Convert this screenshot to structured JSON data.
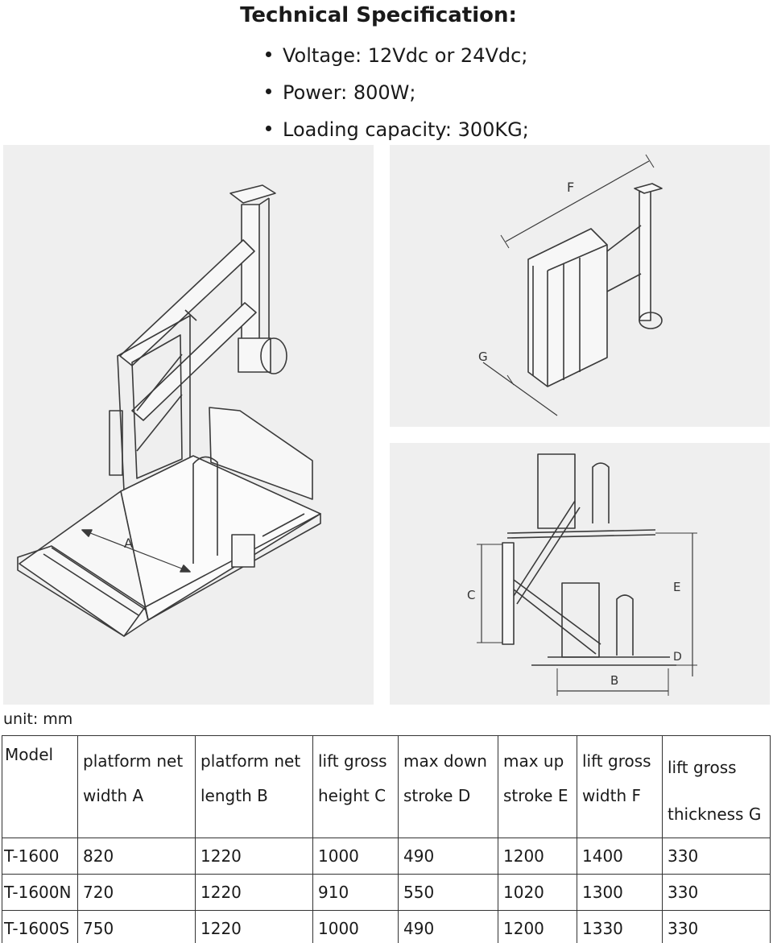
{
  "heading": "Technical Specification:",
  "specs": [
    "Voltage: 12Vdc or 24Vdc;",
    "Power: 800W;",
    "Loading capacity: 300KG;"
  ],
  "diagram_labels": {
    "main": {
      "a": "A"
    },
    "top_right": {
      "f": "F",
      "g": "G"
    },
    "bottom_right": {
      "c": "C",
      "e": "E",
      "d": "D",
      "b": "B"
    }
  },
  "unit_note": "unit: mm",
  "table": {
    "headers": [
      "Model",
      "platform net width A",
      "platform net length B",
      "lift gross height C",
      "max down stroke D",
      "max up stroke E",
      "lift gross width F",
      "lift gross thickness G"
    ],
    "rows": [
      [
        "T-1600",
        "820",
        "1220",
        "1000",
        "490",
        "1200",
        "1400",
        "330"
      ],
      [
        "T-1600N",
        "720",
        "1220",
        "910",
        "550",
        "1020",
        "1300",
        "330"
      ],
      [
        "T-1600S",
        "750",
        "1220",
        "1000",
        "490",
        "1200",
        "1330",
        "330"
      ]
    ]
  }
}
